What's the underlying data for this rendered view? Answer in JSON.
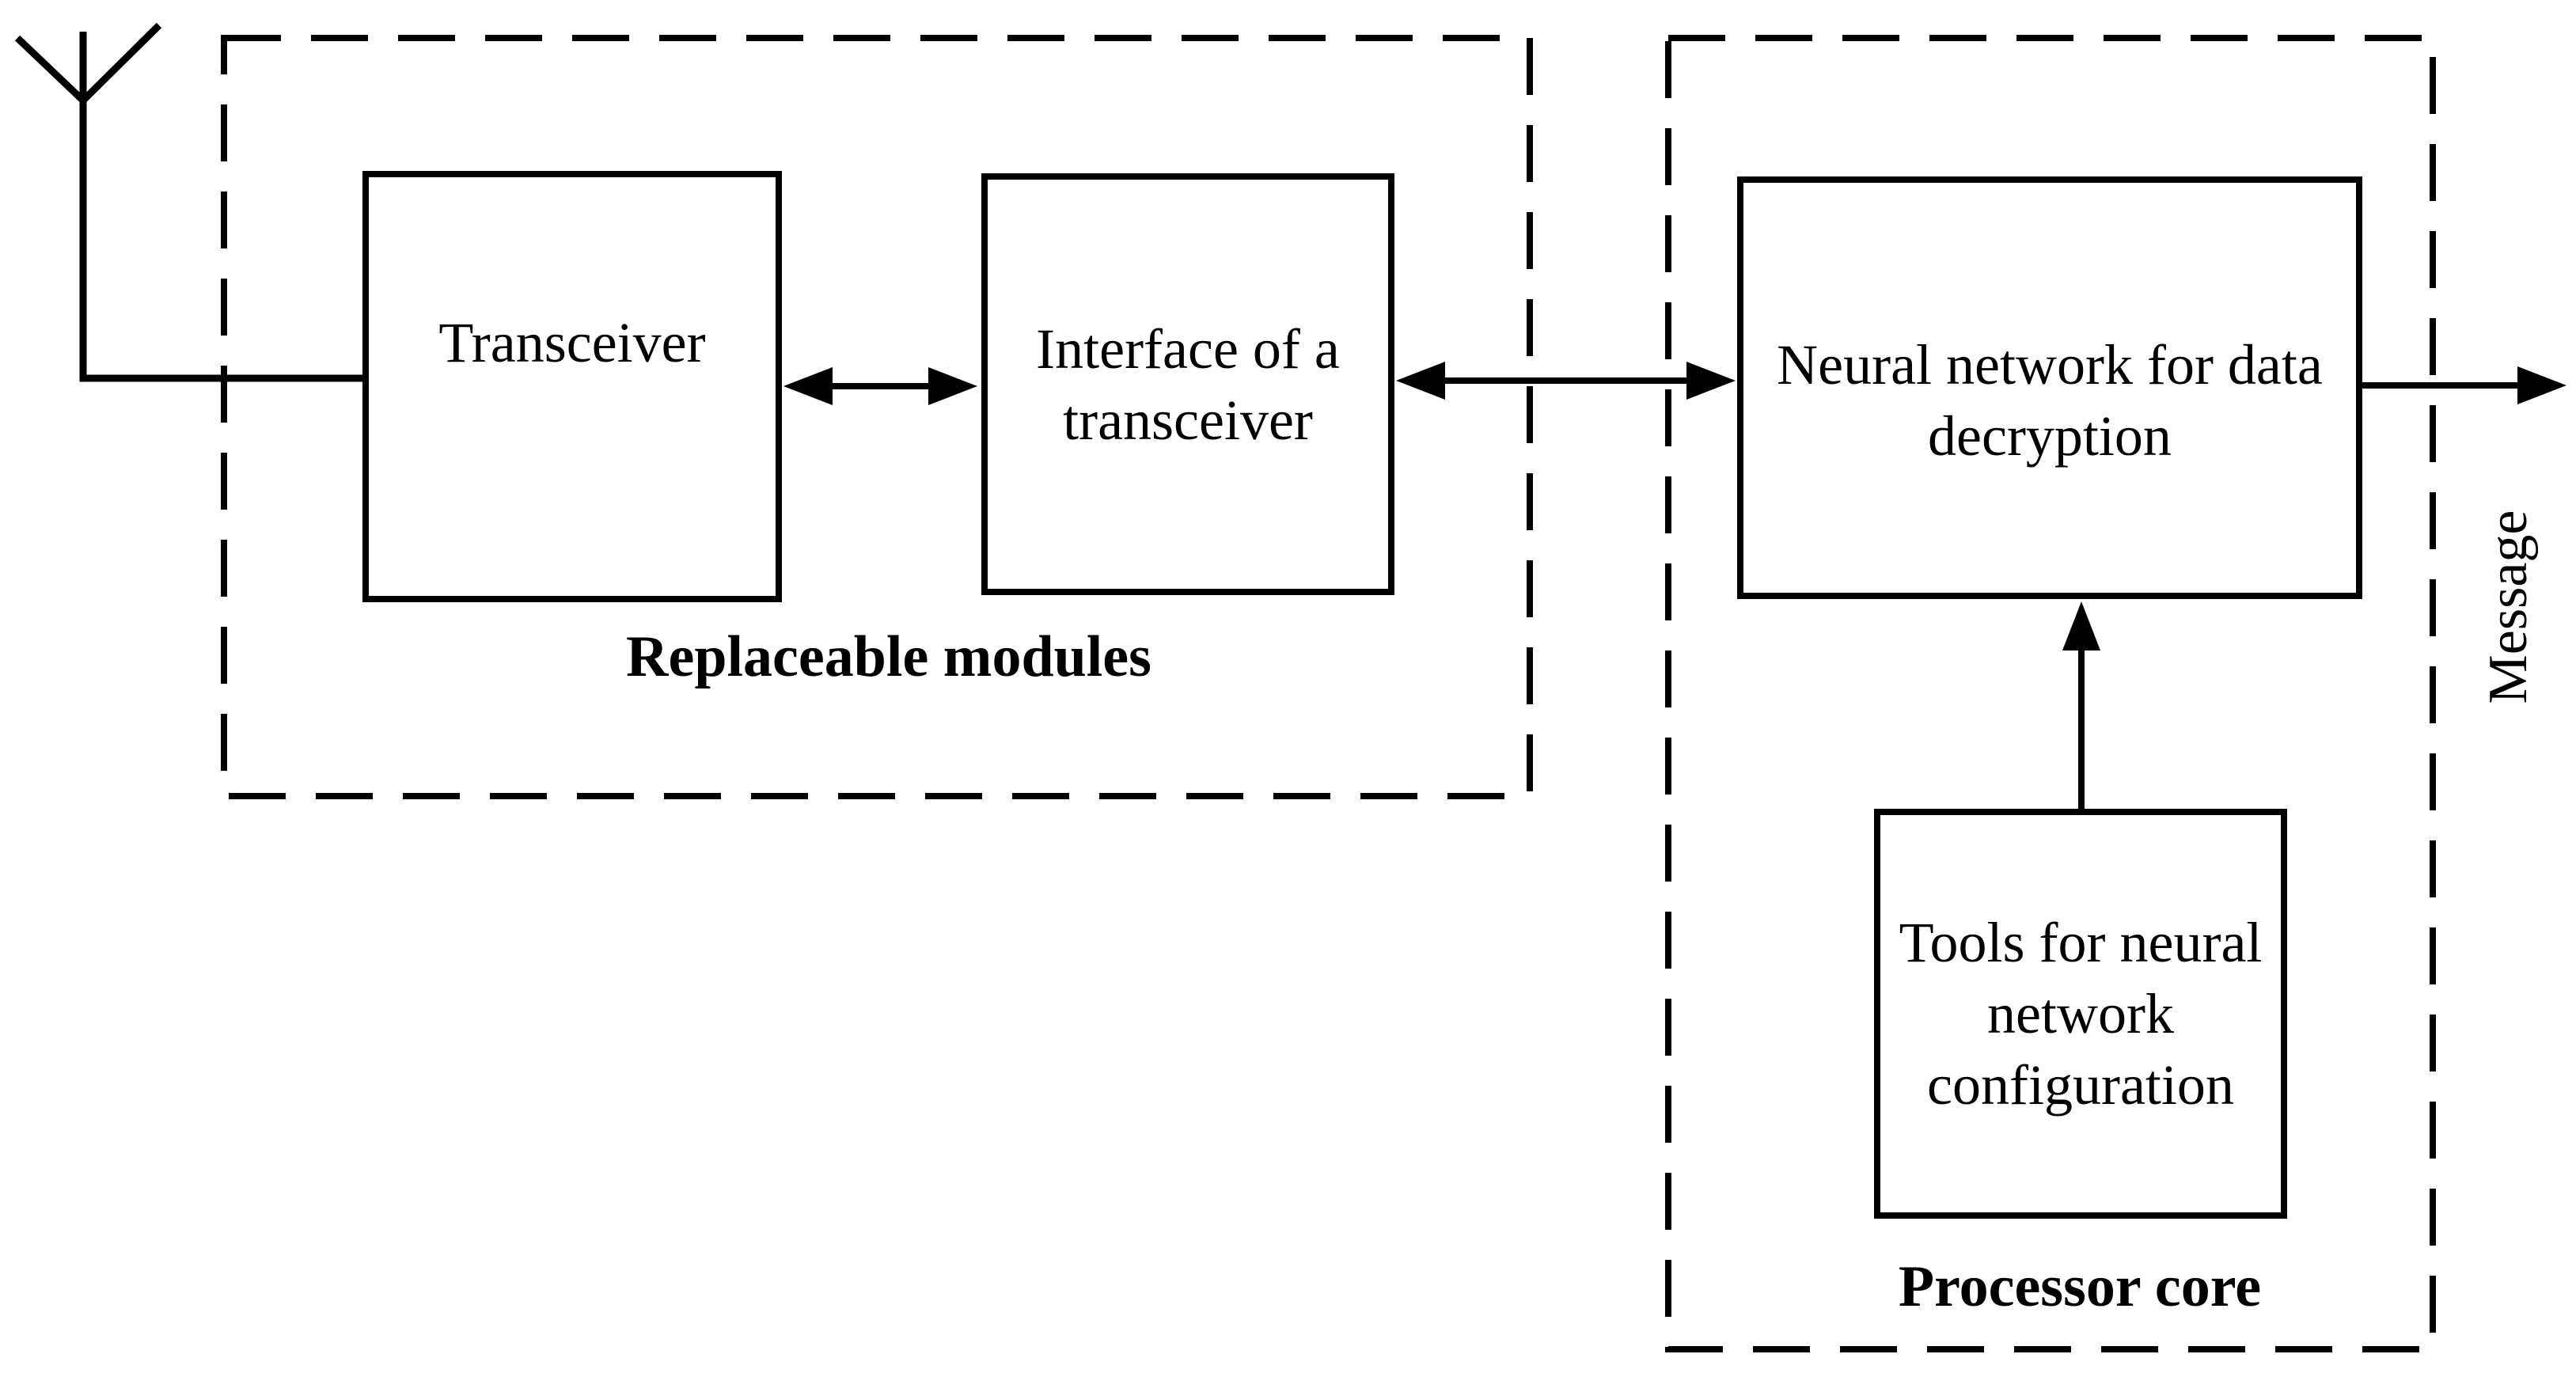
{
  "colors": {
    "background": "#ffffff",
    "line": "#000000",
    "text": "#000000"
  },
  "icons": {
    "antenna": "antenna-icon"
  },
  "boxes": {
    "transceiver": {
      "label": "Transceiver"
    },
    "interface": {
      "lines": [
        "Interface of a",
        "transceiver"
      ]
    },
    "neural_network": {
      "lines": [
        "Neural network for data",
        "decryption"
      ]
    },
    "tools": {
      "lines": [
        "Tools for neural",
        "network",
        "configuration"
      ]
    }
  },
  "groups": {
    "replaceable_modules": {
      "label": "Replaceable modules"
    },
    "processor_core": {
      "label": "Processor core"
    }
  },
  "output": {
    "label": "Message"
  }
}
